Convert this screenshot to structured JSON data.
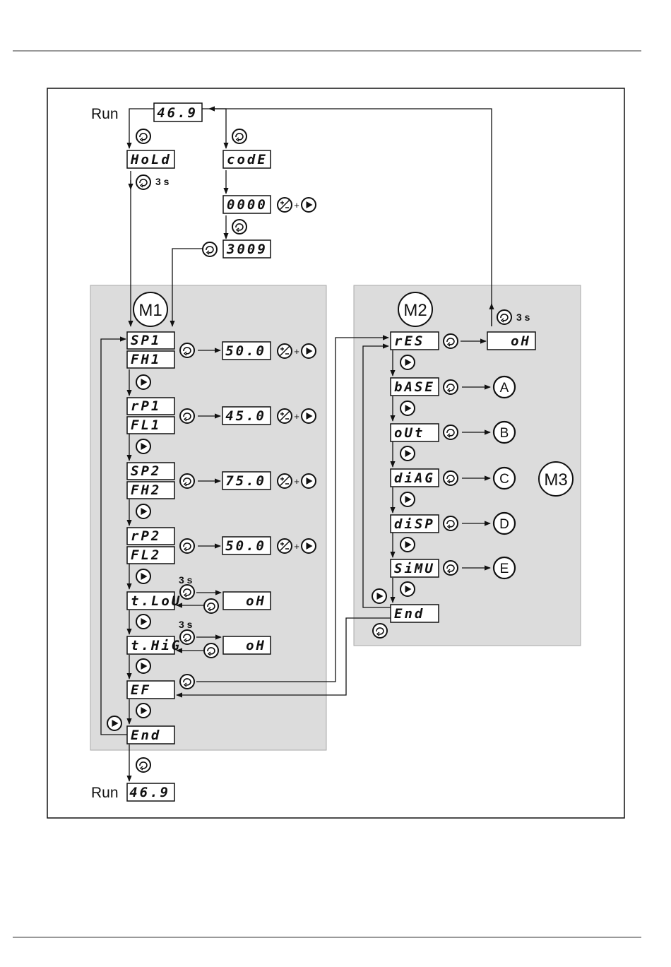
{
  "labels": {
    "run_top": "Run",
    "run_bottom": "Run",
    "hold_time": "3 s",
    "res_time": "3 s",
    "tlou_time": "3 s",
    "thig_time": "3 s",
    "plus": "+"
  },
  "menus": {
    "m1": "M1",
    "m2": "M2",
    "m3": "M3"
  },
  "circle_letters": [
    "A",
    "B",
    "C",
    "D",
    "E"
  ],
  "displays": {
    "run_top": "46.9",
    "hold": "HoLd",
    "code": "codE",
    "code_zero": "0000",
    "code_val": "3009",
    "sp1": "SP1",
    "fh1": "FH1",
    "sp1_val": "50.0",
    "rp1": "rP1",
    "fl1": "FL1",
    "rp1_val": "45.0",
    "sp2": "SP2",
    "fh2": "FH2",
    "sp2_val": "75.0",
    "rp2": "rP2",
    "fl2": "FL2",
    "rp2_val": "50.0",
    "tlou": "t.LoU",
    "tlou_val": "oH",
    "thig": "t.HiG",
    "thig_val": "oH",
    "ef": "EF",
    "end1": "End",
    "run_bottom": "46.9",
    "res": "rES",
    "res_val": "oH",
    "base": "bASE",
    "out": "oUt",
    "diag": "diAG",
    "disp": "diSP",
    "simu": "SiMU",
    "end2": "End"
  },
  "icons": {
    "mode": "mode-enter-icon",
    "next": "play-arrow-icon",
    "plusminus": "plus-minus-icon"
  },
  "colors": {
    "panel": "#dcdcdc",
    "panel_border": "#a8a8a8",
    "line": "#111111"
  }
}
